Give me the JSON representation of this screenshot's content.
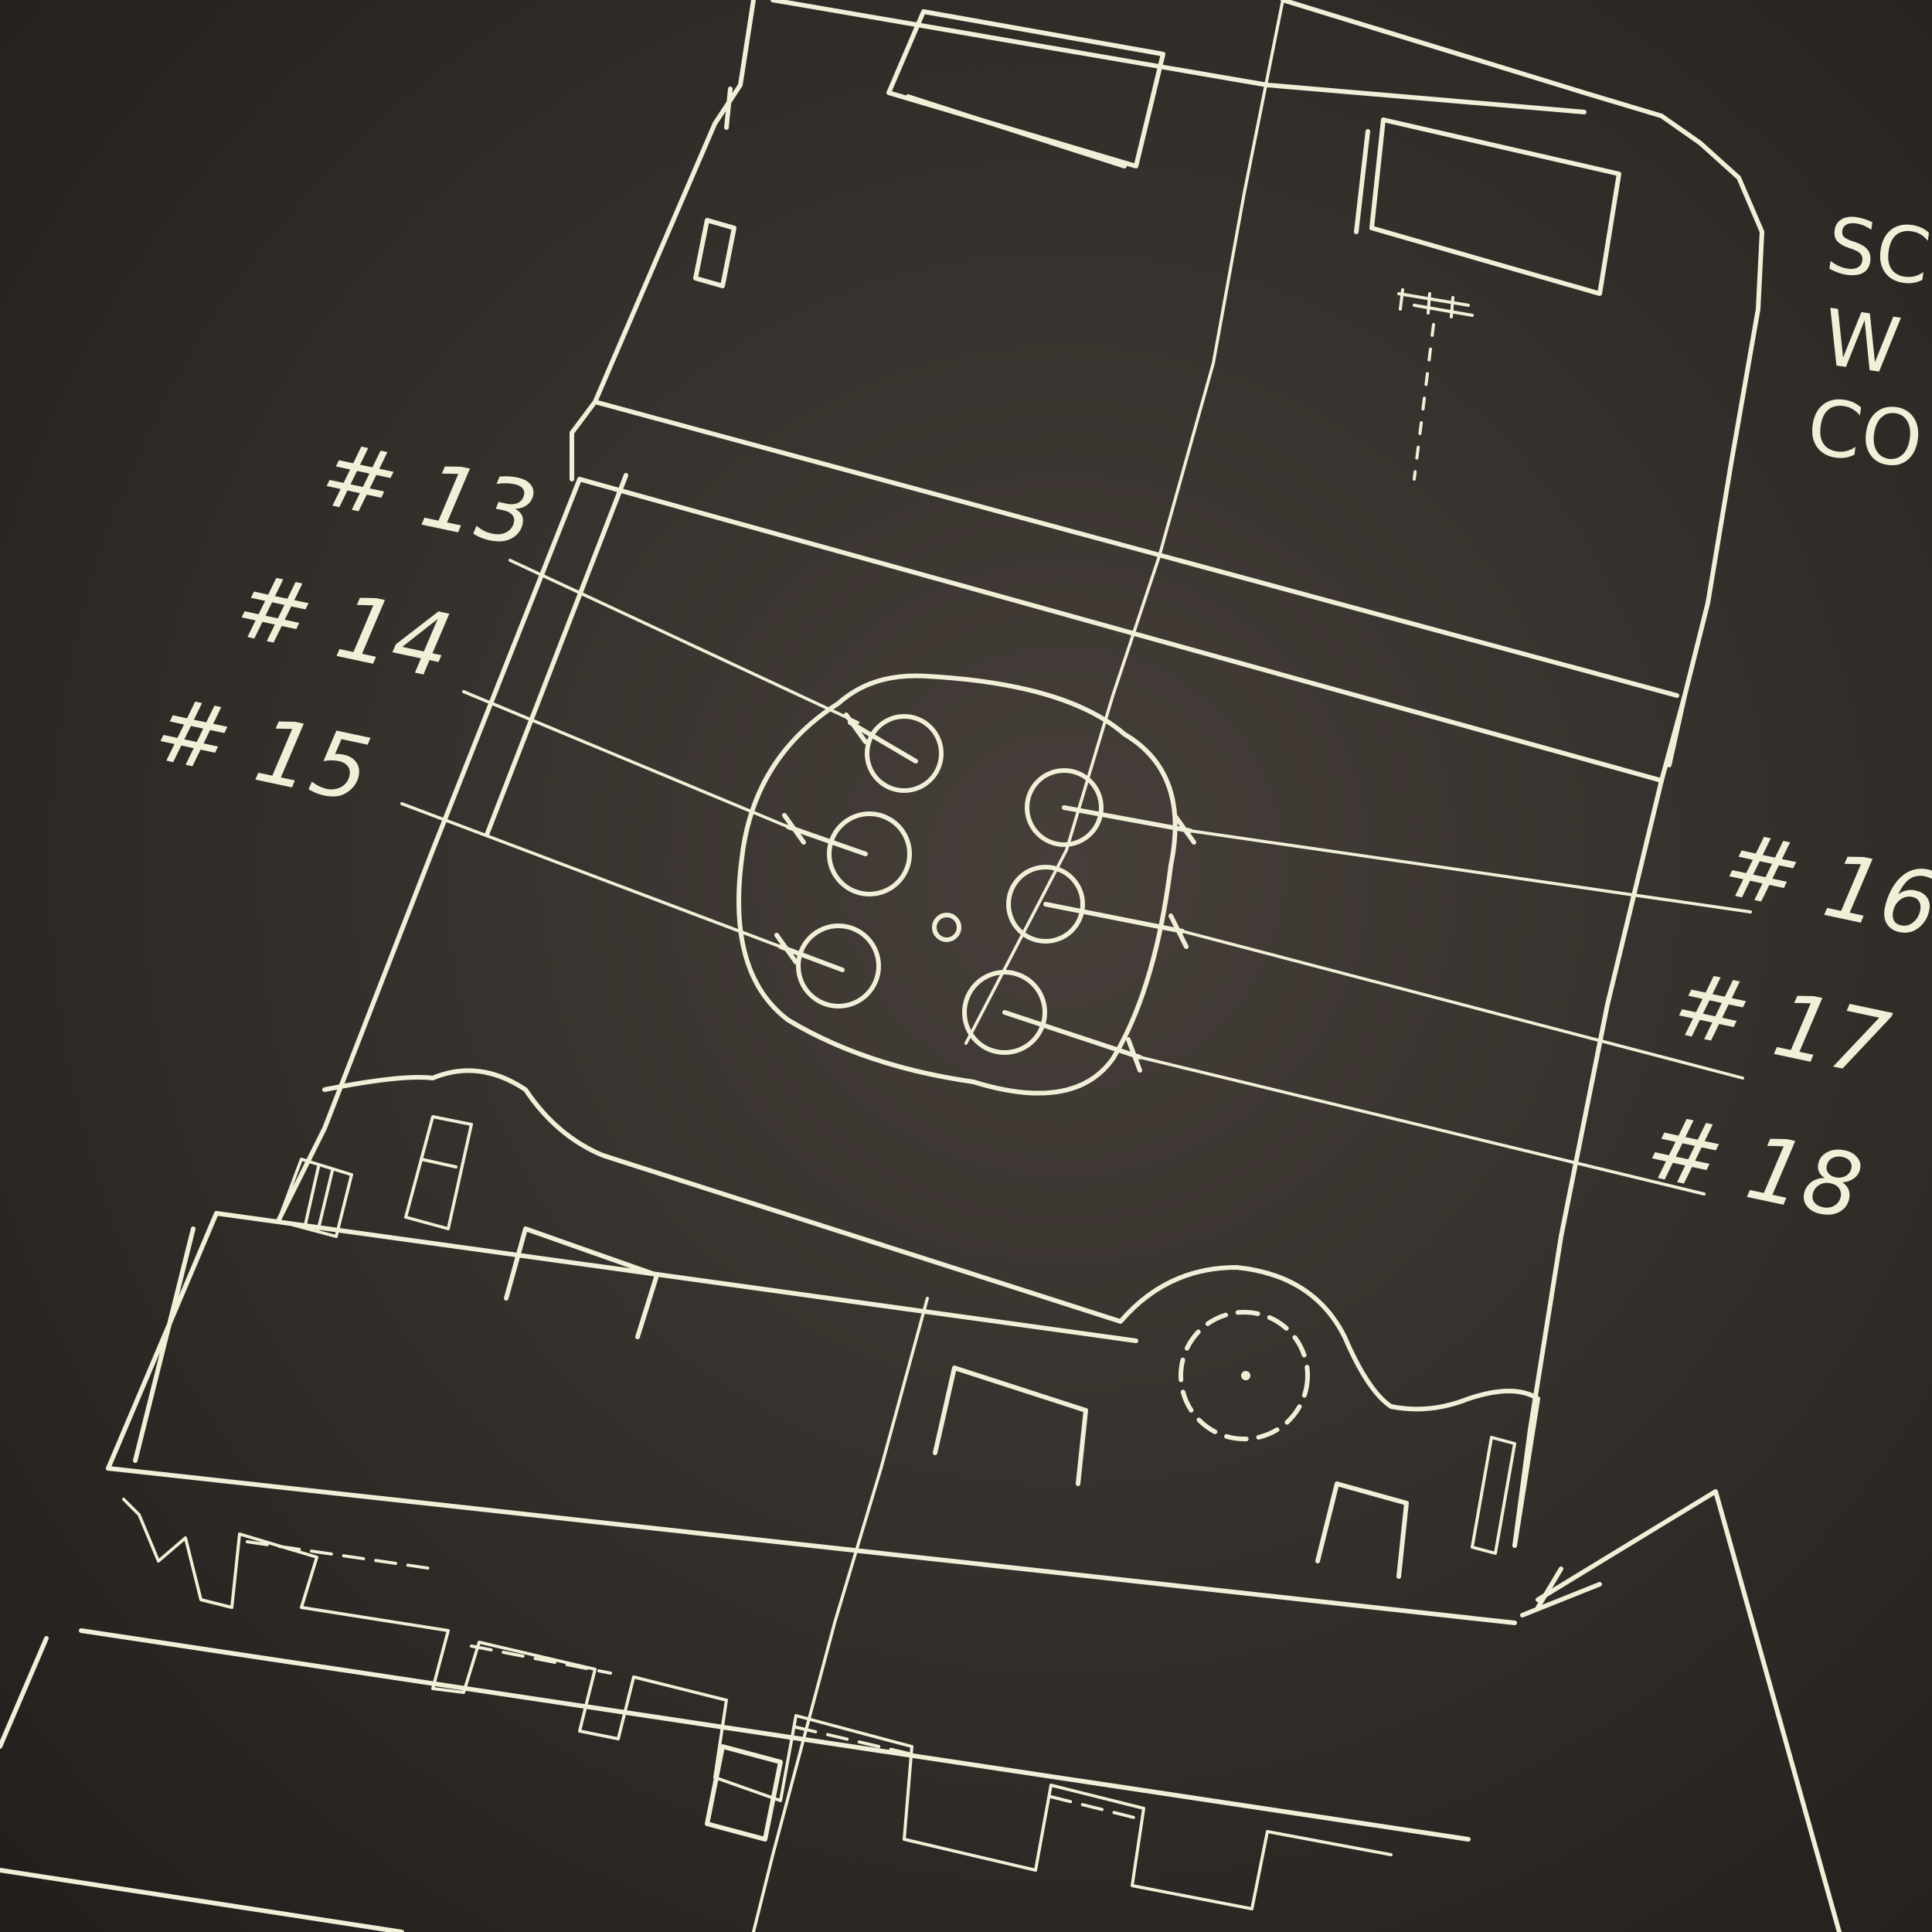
{
  "colors": {
    "background": "#3a3430",
    "ink": "#f2efd8"
  },
  "callouts": {
    "c13": "# 13",
    "c14": "# 14",
    "c15": "# 15",
    "c16": "# 16",
    "c17": "# 17",
    "c18": "# 18"
  },
  "side_text": {
    "line1": "SC",
    "line2": "W",
    "line3": "CO"
  }
}
